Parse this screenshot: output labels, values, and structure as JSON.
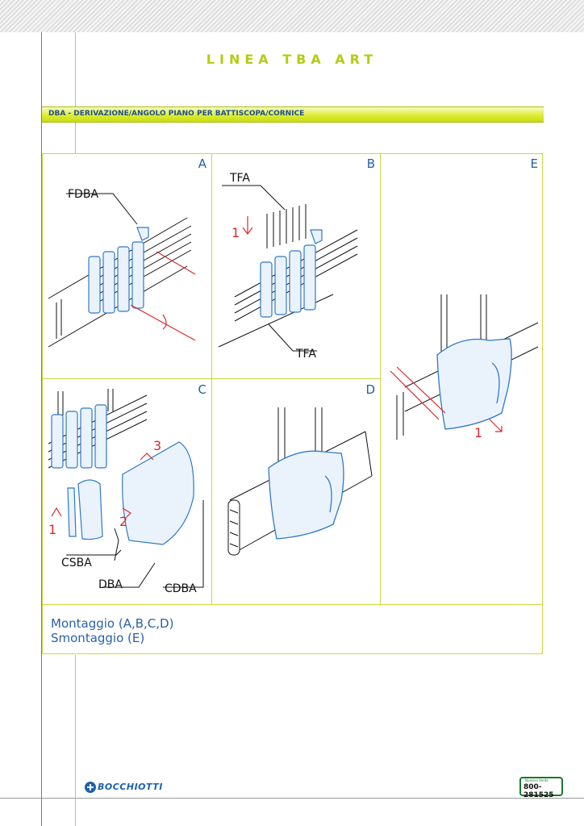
{
  "header": {
    "title": "LINEA TBA ART"
  },
  "section": {
    "heading": "DBA - DERIVAZIONE/ANGOLO PIANO PER BATTISCOPA/CORNICE"
  },
  "panels": {
    "A": {
      "letter": "A",
      "labels": [
        "FDBA"
      ]
    },
    "B": {
      "letter": "B",
      "labels": [
        "TFA",
        "TFA"
      ],
      "step": "1"
    },
    "C": {
      "letter": "C",
      "labels": [
        "CSBA",
        "DBA",
        "CDBA"
      ],
      "steps": [
        "1",
        "2",
        "3"
      ]
    },
    "D": {
      "letter": "D"
    },
    "E": {
      "letter": "E",
      "step": "1"
    }
  },
  "captions": {
    "line1": "Montaggio (A,B,C,D)",
    "line2": "Smontaggio (E)"
  },
  "footer": {
    "brand": "BOCCHIOTTI",
    "phone_top": "Numero Verde",
    "phone": "800-281525"
  },
  "colors": {
    "accent": "#b4cc12",
    "blue": "#1f5fa8",
    "red": "#e0282e",
    "frame": "#c9d93b"
  }
}
